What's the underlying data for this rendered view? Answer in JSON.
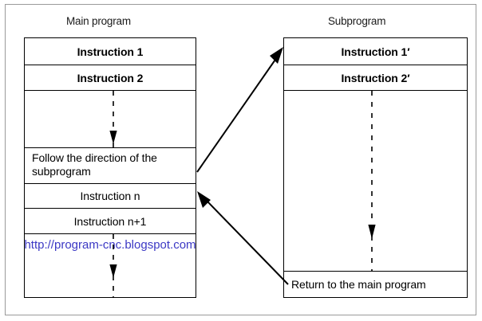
{
  "diagram": {
    "title_main": "Main program",
    "title_sub": "Subprogram",
    "main_program": {
      "rows": [
        {
          "label": "Instruction 1",
          "style": "bold-center"
        },
        {
          "label": "Instruction 2",
          "style": "bold-center"
        },
        {
          "label": "",
          "style": "empty-flow"
        },
        {
          "label": "Follow the direction of the subprogram",
          "style": "plain-left"
        },
        {
          "label": "Instruction n",
          "style": "plain-center"
        },
        {
          "label": "Instruction n+1",
          "style": "plain-center"
        },
        {
          "label": "http://program-cnc.blogspot.com",
          "style": "url-center"
        }
      ]
    },
    "subprogram": {
      "rows": [
        {
          "label": "Instruction 1′",
          "style": "bold-center"
        },
        {
          "label": "Instruction 2′",
          "style": "bold-center"
        },
        {
          "label": "",
          "style": "empty-flow"
        },
        {
          "label": "Return to the main program",
          "style": "plain-left"
        }
      ]
    },
    "connectors": [
      {
        "name": "call-arrow",
        "from": "main-follow-direction-row",
        "to": "subprogram-first-instruction",
        "direction": "up-right"
      },
      {
        "name": "return-arrow",
        "from": "subprogram-return-row",
        "to": "main-instruction-n",
        "direction": "up-left"
      }
    ],
    "colors": {
      "url_text": "#3b38c4",
      "line": "#000000",
      "frame": "#9a9a9a",
      "background": "#ffffff"
    }
  }
}
